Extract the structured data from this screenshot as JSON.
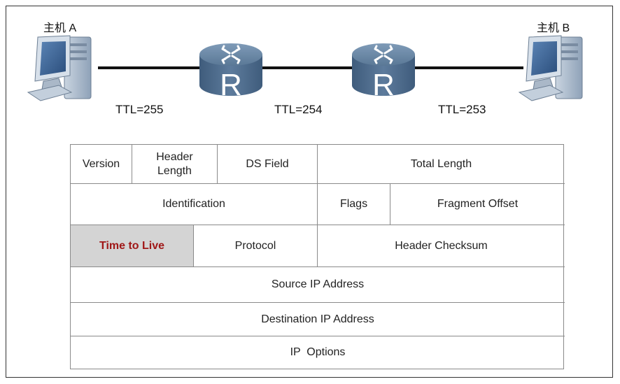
{
  "topology": {
    "host_a": "主机 A",
    "host_b": "主机 B",
    "router_letter": "R",
    "ttl_labels": [
      "TTL=255",
      "TTL=254",
      "TTL=253"
    ]
  },
  "ip_header": {
    "rows": [
      [
        "Version",
        "Header\nLength",
        "DS Field",
        "Total Length"
      ],
      [
        "Identification",
        "Flags",
        "Fragment Offset"
      ],
      [
        "Time to Live",
        "Protocol",
        "Header Checksum"
      ],
      [
        "Source IP Address"
      ],
      [
        "Destination IP Address"
      ],
      [
        "IP  Options"
      ]
    ],
    "highlight_color": "#a01818",
    "highlight_bg": "#d4d4d4"
  },
  "icons": [
    "computer-icon",
    "router-icon"
  ]
}
